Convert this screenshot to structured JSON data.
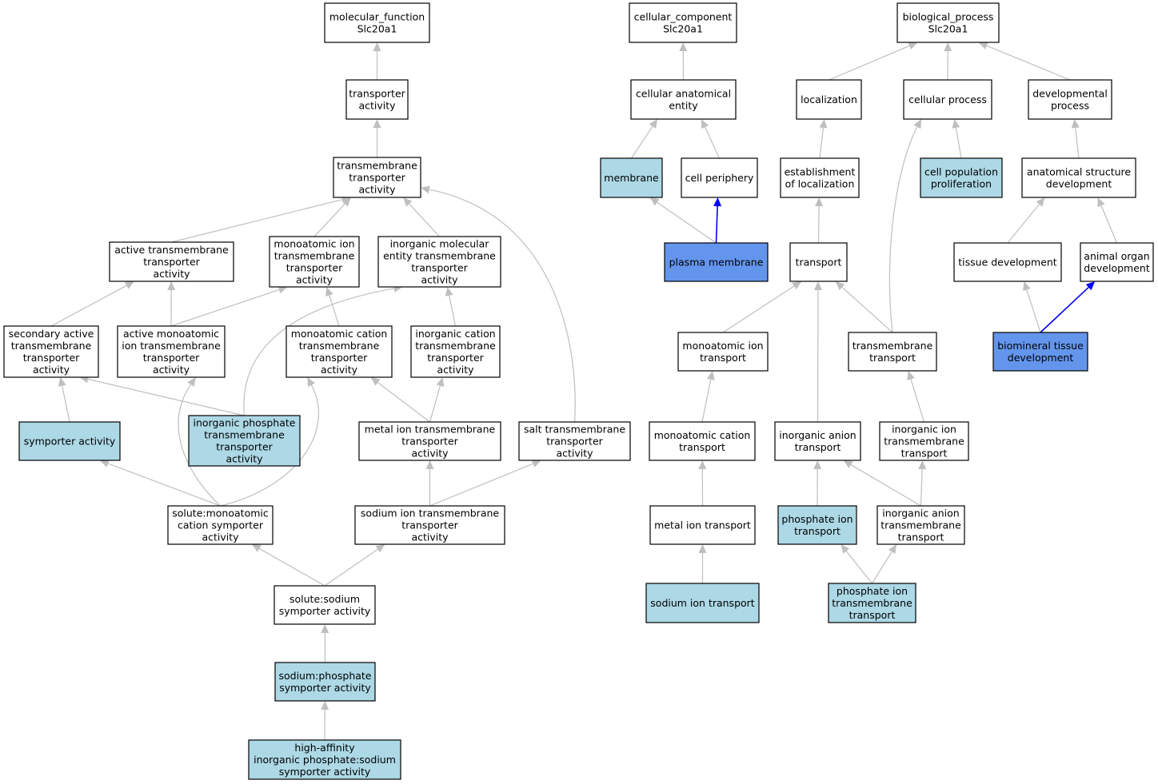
{
  "colors": {
    "default_fill": "#ffffff",
    "annotated_fill": "#add8e6",
    "highlight_fill": "#6495ed",
    "edge_default": "#bfbfbf",
    "edge_strong": "#0000ff"
  },
  "nodes": [
    {
      "id": "mf",
      "style": "default",
      "lines": [
        "molecular_function",
        "Slc20a1"
      ]
    },
    {
      "id": "ta",
      "style": "default",
      "lines": [
        "transporter",
        "activity"
      ]
    },
    {
      "id": "tmta",
      "style": "default",
      "lines": [
        "transmembrane",
        "transporter",
        "activity"
      ]
    },
    {
      "id": "atta",
      "style": "default",
      "lines": [
        "active transmembrane",
        "transporter",
        "activity"
      ]
    },
    {
      "id": "mita",
      "style": "default",
      "lines": [
        "monoatomic ion",
        "transmembrane",
        "transporter",
        "activity"
      ]
    },
    {
      "id": "imeta",
      "style": "default",
      "lines": [
        "inorganic molecular",
        "entity transmembrane",
        "transporter",
        "activity"
      ]
    },
    {
      "id": "sata",
      "style": "default",
      "lines": [
        "secondary active",
        "transmembrane",
        "transporter",
        "activity"
      ]
    },
    {
      "id": "amita",
      "style": "default",
      "lines": [
        "active monoatomic",
        "ion transmembrane",
        "transporter",
        "activity"
      ]
    },
    {
      "id": "mcta",
      "style": "default",
      "lines": [
        "monoatomic cation",
        "transmembrane",
        "transporter",
        "activity"
      ]
    },
    {
      "id": "icta",
      "style": "default",
      "lines": [
        "inorganic cation",
        "transmembrane",
        "transporter",
        "activity"
      ]
    },
    {
      "id": "sym",
      "style": "annotated",
      "lines": [
        "symporter activity"
      ]
    },
    {
      "id": "ipta",
      "style": "annotated",
      "lines": [
        "inorganic phosphate",
        "transmembrane",
        "transporter",
        "activity"
      ]
    },
    {
      "id": "metal_ta",
      "style": "default",
      "lines": [
        "metal ion transmembrane",
        "transporter",
        "activity"
      ]
    },
    {
      "id": "salt_ta",
      "style": "default",
      "lines": [
        "salt transmembrane",
        "transporter",
        "activity"
      ]
    },
    {
      "id": "smcs",
      "style": "default",
      "lines": [
        "solute:monoatomic",
        "cation symporter",
        "activity"
      ]
    },
    {
      "id": "sodium_ta",
      "style": "default",
      "lines": [
        "sodium ion transmembrane",
        "transporter",
        "activity"
      ]
    },
    {
      "id": "ssym",
      "style": "default",
      "lines": [
        "solute:sodium",
        "symporter activity"
      ]
    },
    {
      "id": "spsym",
      "style": "annotated",
      "lines": [
        "sodium:phosphate",
        "symporter activity"
      ]
    },
    {
      "id": "haip",
      "style": "annotated",
      "lines": [
        "high-affinity",
        "inorganic phosphate:sodium",
        "symporter activity"
      ]
    },
    {
      "id": "cc",
      "style": "default",
      "lines": [
        "cellular_component",
        "Slc20a1"
      ]
    },
    {
      "id": "cae",
      "style": "default",
      "lines": [
        "cellular anatomical",
        "entity"
      ]
    },
    {
      "id": "mem",
      "style": "annotated",
      "lines": [
        "membrane"
      ]
    },
    {
      "id": "cp",
      "style": "default",
      "lines": [
        "cell periphery"
      ]
    },
    {
      "id": "pm",
      "style": "highlight",
      "lines": [
        "plasma membrane"
      ]
    },
    {
      "id": "bp",
      "style": "default",
      "lines": [
        "biological_process",
        "Slc20a1"
      ]
    },
    {
      "id": "loc",
      "style": "default",
      "lines": [
        "localization"
      ]
    },
    {
      "id": "cellp",
      "style": "default",
      "lines": [
        "cellular process"
      ]
    },
    {
      "id": "devp",
      "style": "default",
      "lines": [
        "developmental",
        "process"
      ]
    },
    {
      "id": "eol",
      "style": "default",
      "lines": [
        "establishment",
        "of localization"
      ]
    },
    {
      "id": "cpp",
      "style": "annotated",
      "lines": [
        "cell population",
        "proliferation"
      ]
    },
    {
      "id": "asd",
      "style": "default",
      "lines": [
        "anatomical structure",
        "development"
      ]
    },
    {
      "id": "tr",
      "style": "default",
      "lines": [
        "transport"
      ]
    },
    {
      "id": "td",
      "style": "default",
      "lines": [
        "tissue development"
      ]
    },
    {
      "id": "aod",
      "style": "default",
      "lines": [
        "animal organ",
        "development"
      ]
    },
    {
      "id": "mit",
      "style": "default",
      "lines": [
        "monoatomic ion",
        "transport"
      ]
    },
    {
      "id": "tmt",
      "style": "default",
      "lines": [
        "transmembrane",
        "transport"
      ]
    },
    {
      "id": "btd",
      "style": "highlight",
      "lines": [
        "biomineral tissue",
        "development"
      ]
    },
    {
      "id": "mct",
      "style": "default",
      "lines": [
        "monoatomic cation",
        "transport"
      ]
    },
    {
      "id": "iat",
      "style": "default",
      "lines": [
        "inorganic anion",
        "transport"
      ]
    },
    {
      "id": "iitt",
      "style": "default",
      "lines": [
        "inorganic ion",
        "transmembrane",
        "transport"
      ]
    },
    {
      "id": "mt",
      "style": "default",
      "lines": [
        "metal ion transport"
      ]
    },
    {
      "id": "pit",
      "style": "annotated",
      "lines": [
        "phosphate ion",
        "transport"
      ]
    },
    {
      "id": "iatt",
      "style": "default",
      "lines": [
        "inorganic anion",
        "transmembrane",
        "transport"
      ]
    },
    {
      "id": "sit",
      "style": "annotated",
      "lines": [
        "sodium ion transport"
      ]
    },
    {
      "id": "pitt",
      "style": "annotated",
      "lines": [
        "phosphate ion",
        "transmembrane",
        "transport"
      ]
    }
  ],
  "edges": [
    {
      "from": "ta",
      "to": "mf"
    },
    {
      "from": "tmta",
      "to": "ta"
    },
    {
      "from": "atta",
      "to": "tmta"
    },
    {
      "from": "mita",
      "to": "tmta"
    },
    {
      "from": "imeta",
      "to": "tmta"
    },
    {
      "from": "salt_ta",
      "to": "tmta"
    },
    {
      "from": "sata",
      "to": "atta"
    },
    {
      "from": "amita",
      "to": "atta"
    },
    {
      "from": "amita",
      "to": "mita"
    },
    {
      "from": "mcta",
      "to": "mita"
    },
    {
      "from": "icta",
      "to": "imeta"
    },
    {
      "from": "ipta",
      "to": "imeta"
    },
    {
      "from": "ipta",
      "to": "sata"
    },
    {
      "from": "sym",
      "to": "sata"
    },
    {
      "from": "metal_ta",
      "to": "mcta"
    },
    {
      "from": "metal_ta",
      "to": "icta"
    },
    {
      "from": "smcs",
      "to": "sym"
    },
    {
      "from": "smcs",
      "to": "amita"
    },
    {
      "from": "smcs",
      "to": "mcta"
    },
    {
      "from": "sodium_ta",
      "to": "metal_ta"
    },
    {
      "from": "sodium_ta",
      "to": "salt_ta"
    },
    {
      "from": "ssym",
      "to": "smcs"
    },
    {
      "from": "ssym",
      "to": "sodium_ta"
    },
    {
      "from": "spsym",
      "to": "ssym"
    },
    {
      "from": "haip",
      "to": "spsym"
    },
    {
      "from": "cae",
      "to": "cc"
    },
    {
      "from": "mem",
      "to": "cae"
    },
    {
      "from": "cp",
      "to": "cae"
    },
    {
      "from": "pm",
      "to": "mem"
    },
    {
      "from": "pm",
      "to": "cp",
      "strong": true
    },
    {
      "from": "loc",
      "to": "bp"
    },
    {
      "from": "cellp",
      "to": "bp"
    },
    {
      "from": "devp",
      "to": "bp"
    },
    {
      "from": "eol",
      "to": "loc"
    },
    {
      "from": "cpp",
      "to": "cellp"
    },
    {
      "from": "asd",
      "to": "devp"
    },
    {
      "from": "tr",
      "to": "eol"
    },
    {
      "from": "td",
      "to": "asd"
    },
    {
      "from": "aod",
      "to": "asd"
    },
    {
      "from": "mit",
      "to": "tr"
    },
    {
      "from": "tmt",
      "to": "tr"
    },
    {
      "from": "tmt",
      "to": "cellp"
    },
    {
      "from": "btd",
      "to": "td"
    },
    {
      "from": "btd",
      "to": "aod",
      "strong": true
    },
    {
      "from": "mct",
      "to": "mit"
    },
    {
      "from": "iat",
      "to": "tr"
    },
    {
      "from": "iitt",
      "to": "tmt"
    },
    {
      "from": "mt",
      "to": "mct"
    },
    {
      "from": "pit",
      "to": "iat"
    },
    {
      "from": "iatt",
      "to": "iat"
    },
    {
      "from": "iatt",
      "to": "iitt"
    },
    {
      "from": "sit",
      "to": "mt"
    },
    {
      "from": "pitt",
      "to": "pit"
    },
    {
      "from": "pitt",
      "to": "iatt"
    }
  ]
}
